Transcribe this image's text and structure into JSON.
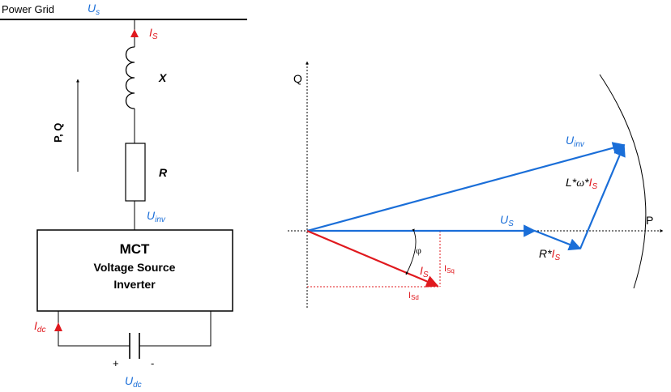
{
  "circuit": {
    "grid_label": "Power Grid",
    "us": {
      "main": "U",
      "sub": "s"
    },
    "is": {
      "main": "I",
      "sub": "S"
    },
    "x_label": "X",
    "r_label": "R",
    "pq_label": "P, Q",
    "uinv": {
      "main": "U",
      "sub": "inv"
    },
    "inverter_line1": "MCT",
    "inverter_line2": "Voltage Source",
    "inverter_line3": "Inverter",
    "idc": {
      "main": "I",
      "sub": "dc"
    },
    "plus": "+",
    "minus": "-",
    "udc": {
      "main": "U",
      "sub": "dc"
    }
  },
  "phasor": {
    "q_axis": "Q",
    "p_axis": "P",
    "uinv": {
      "main": "U",
      "sub": "inv"
    },
    "us": {
      "main": "U",
      "sub": "S"
    },
    "l_omega_i": {
      "prefix": "L*",
      "omega": "ω",
      "mid": "*",
      "main": "I",
      "sub": "S"
    },
    "r_i": {
      "prefix": "R*",
      "main": "I",
      "sub": "S"
    },
    "is": {
      "main": "I",
      "sub": "S"
    },
    "phi": "φ",
    "isq": {
      "main": "I",
      "sub": "Sq"
    },
    "isd": {
      "main": "I",
      "sub": "Sd"
    }
  },
  "colors": {
    "voltage": "#1a6ed8",
    "current": "#e0191e",
    "line": "#000000"
  }
}
